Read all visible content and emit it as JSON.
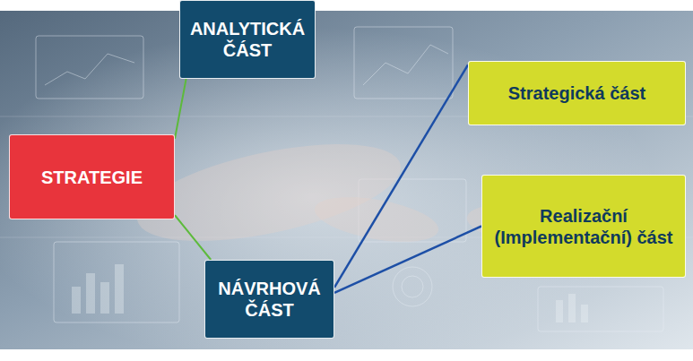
{
  "diagram": {
    "nodes": [
      {
        "text": [
          "STRATEGIE"
        ]
      },
      {
        "text": [
          "ANALYTICKÁ ČÁST"
        ]
      },
      {
        "text": [
          "NÁVRHOVÁ ČÁST"
        ]
      },
      {
        "text": [
          "Strategická část"
        ]
      },
      {
        "text": [
          "Realizační (Implementační) část"
        ]
      }
    ],
    "edges": [
      {
        "from": 0,
        "to": 1,
        "arrow": "none"
      },
      {
        "from": 0,
        "to": 2,
        "arrow": "none"
      },
      {
        "from": 2,
        "to": 3,
        "arrow": "none"
      },
      {
        "from": 2,
        "to": 4,
        "arrow": "none"
      }
    ]
  }
}
